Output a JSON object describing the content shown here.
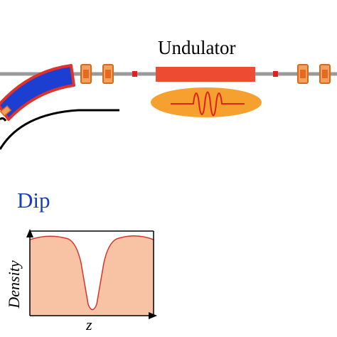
{
  "labels": {
    "undulator": "Undulator",
    "dip": "Dip",
    "y_axis": "Density",
    "x_axis": "z"
  },
  "colors": {
    "beamline": "#9a9a9a",
    "dipole_fill": "#1c3fd2",
    "dipole_edge": "#e0322a",
    "quad_fill": "#f5a15e",
    "quad_edge": "#d46a1e",
    "undulator_fill": "#ee4b33",
    "radiation_pulse": "#f5a02f",
    "wave": "#e0201c",
    "profile_fill": "#f8c3a5",
    "profile_line": "#d8322a",
    "dip_label": "#1a3fb5"
  },
  "icons": [
    "dipole-magnet",
    "quadrupole-magnet",
    "corrector-magnet",
    "undulator-magnet",
    "radiation-pulse",
    "electron-trajectory",
    "axis-arrow"
  ]
}
